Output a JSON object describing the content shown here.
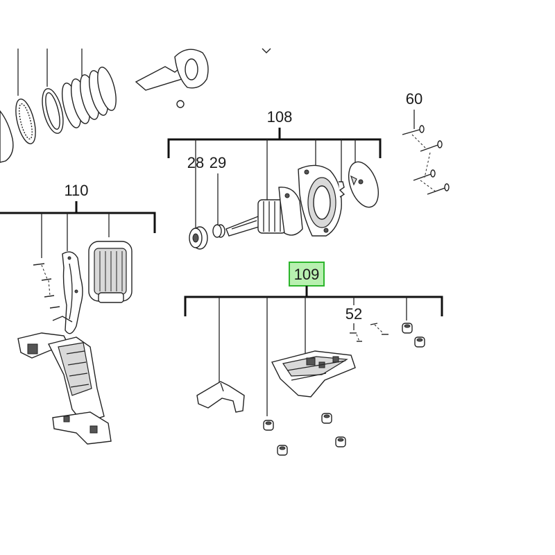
{
  "labels": {
    "l108": "108",
    "l28": "28",
    "l29": "29",
    "l60": "60",
    "l110": "110",
    "l109": "109",
    "l52": "52"
  },
  "highlight": {
    "fill": "#b8f0b0",
    "border": "#2bb52b"
  }
}
